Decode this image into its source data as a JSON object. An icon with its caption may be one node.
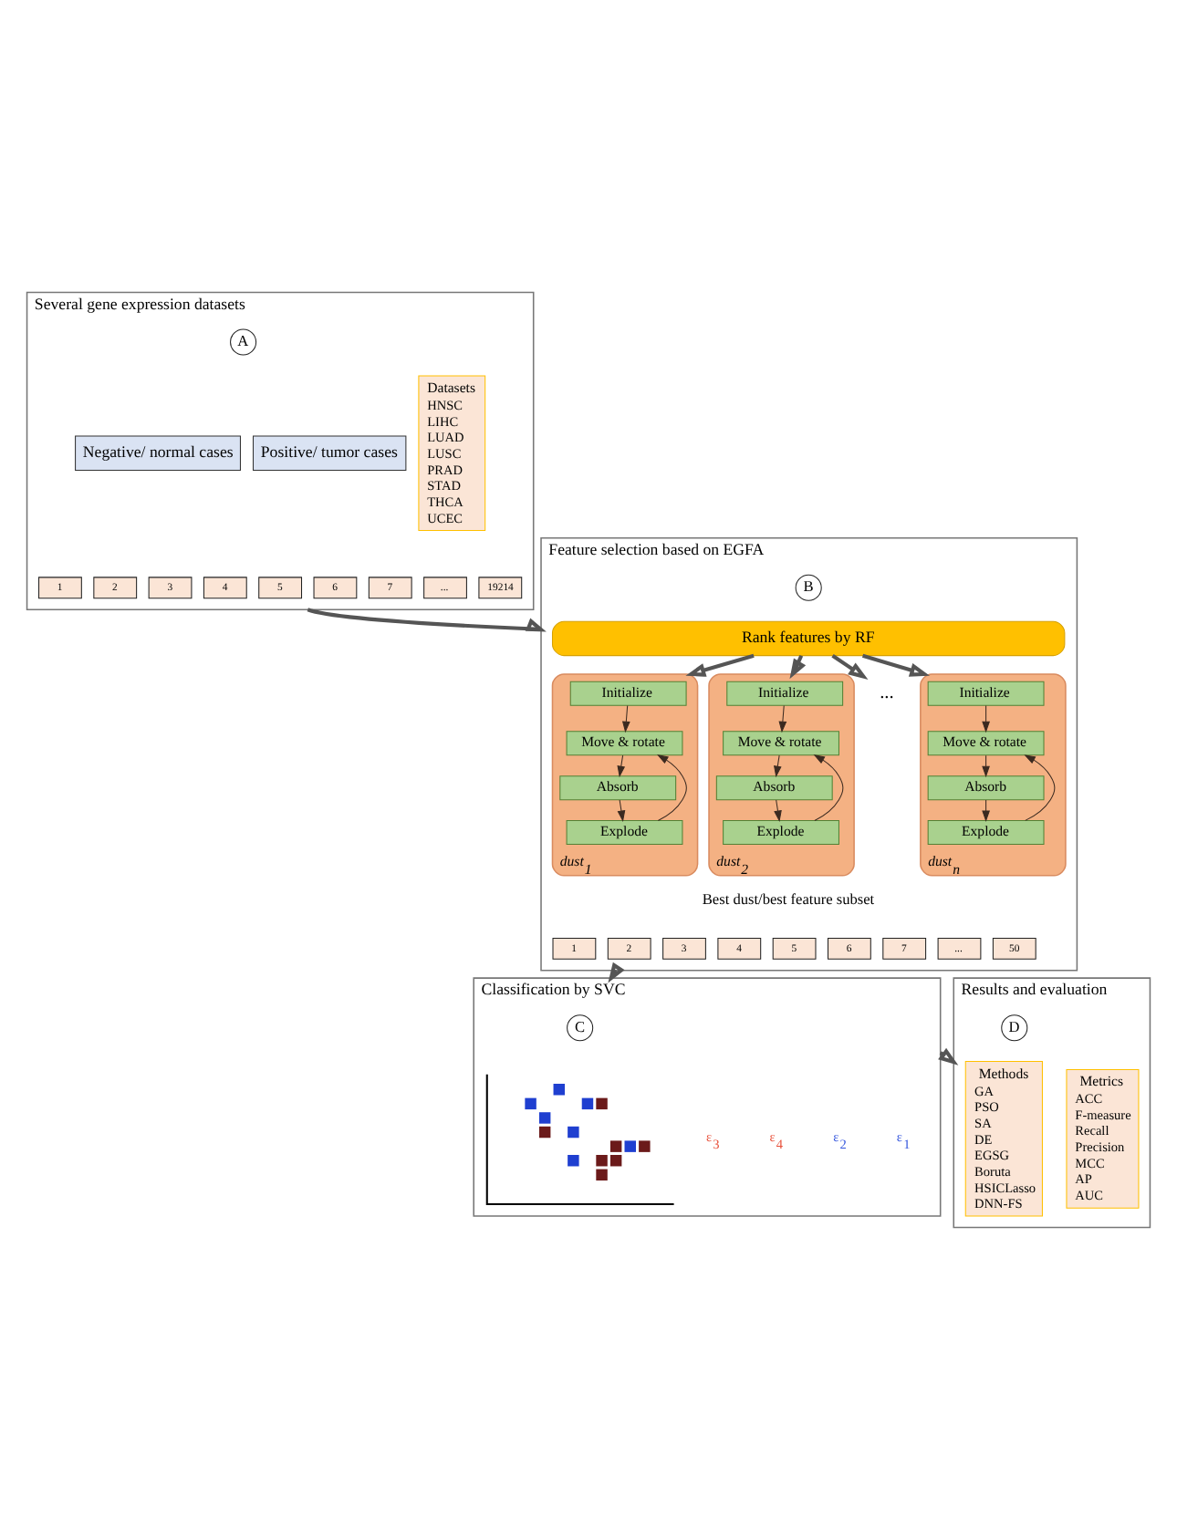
{
  "diagram": {
    "nodes": [
      {
        "text": [
          "Several gene expression datasets"
        ]
      },
      {
        "text": [
          "A"
        ],
        "in": 0
      },
      {
        "text": [
          "Negative/ normal cases"
        ],
        "in": 0
      },
      {
        "text": [
          "Positive/ tumor cases"
        ],
        "in": 0
      },
      {
        "text": [
          "1"
        ],
        "in": 0
      },
      {
        "text": [
          "2"
        ],
        "in": 0
      },
      {
        "text": [
          "3"
        ],
        "in": 0
      },
      {
        "text": [
          "4"
        ],
        "in": 0
      },
      {
        "text": [
          "5"
        ],
        "in": 0
      },
      {
        "text": [
          "6"
        ],
        "in": 0
      },
      {
        "text": [
          "7"
        ],
        "in": 0
      },
      {
        "text": [
          "..."
        ],
        "in": 0
      },
      {
        "text": [
          "19214"
        ],
        "in": 0
      },
      {
        "text": [
          "Datasets",
          "HNSC",
          "LIHC",
          "LUAD",
          "LUSC",
          "PRAD",
          "STAD",
          "THCA",
          "UCEC"
        ],
        "in": 0
      },
      {
        "text": [
          "Feature selection based on EGFA"
        ]
      },
      {
        "text": [
          "B"
        ],
        "in": 14
      },
      {
        "text": [
          "Rank features by RF"
        ],
        "in": 14
      },
      {
        "text": [],
        "shape": "box",
        "in": 14,
        "beside": [
          "dust$_{1}$"
        ]
      },
      {
        "text": [
          "Initialize"
        ],
        "in": 17
      },
      {
        "text": [
          "Move & rotate"
        ],
        "in": 17
      },
      {
        "text": [
          "Absorb"
        ],
        "in": 17
      },
      {
        "text": [
          "Explode"
        ],
        "in": 17
      },
      {
        "text": [],
        "shape": "box",
        "in": 14,
        "beside": [
          "dust$_{2}$"
        ]
      },
      {
        "text": [
          "Initialize"
        ],
        "in": 22
      },
      {
        "text": [
          "Move & rotate"
        ],
        "in": 22
      },
      {
        "text": [
          "Absorb"
        ],
        "in": 22
      },
      {
        "text": [
          "Explode"
        ],
        "in": 22
      },
      {
        "text": [
          "..."
        ],
        "in": 14
      },
      {
        "text": [],
        "shape": "box",
        "in": 14,
        "beside": [
          "dust$_{n}$"
        ]
      },
      {
        "text": [
          "Initialize"
        ],
        "in": 28
      },
      {
        "text": [
          "Move & rotate"
        ],
        "in": 28
      },
      {
        "text": [
          "Absorb"
        ],
        "in": 28
      },
      {
        "text": [
          "Explode"
        ],
        "in": 28
      },
      {
        "text": [
          "1"
        ],
        "in": 14
      },
      {
        "text": [
          "2"
        ],
        "in": 14
      },
      {
        "text": [
          "3"
        ],
        "in": 14
      },
      {
        "text": [
          "4"
        ],
        "in": 14
      },
      {
        "text": [
          "5"
        ],
        "in": 14
      },
      {
        "text": [
          "6"
        ],
        "in": 14
      },
      {
        "text": [
          "7"
        ],
        "in": 14
      },
      {
        "text": [
          "..."
        ],
        "in": 14
      },
      {
        "text": [
          "50"
        ],
        "in": 14
      },
      {
        "text": [
          "Classification by SVC"
        ]
      },
      {
        "text": [
          "C"
        ],
        "in": 42
      },
      {
        "text": [],
        "shape": "picture",
        "in": 42
      },
      {
        "text": [
          "Results and evaluation"
        ]
      },
      {
        "text": [
          "D"
        ],
        "in": 45
      },
      {
        "text": [
          "Methods",
          "GA",
          "PSO",
          "SA",
          "DE",
          "EGSG",
          "Boruta",
          "HSICLasso",
          "DNN-FS"
        ],
        "in": 45
      },
      {
        "text": [
          "Metrics",
          "ACC",
          "F-measure",
          "Recall",
          "Precision",
          "MCC",
          "AP",
          "AUC"
        ],
        "in": 45
      }
    ],
    "edges": [
      {
        "from": 0,
        "to": 14,
        "arrow": "to",
        "style": "thick"
      },
      {
        "from": 16,
        "to": 17,
        "arrow": "to",
        "style": "thick"
      },
      {
        "from": 16,
        "to": 22,
        "arrow": "to",
        "style": "thick"
      },
      {
        "from": 16,
        "to": 27,
        "arrow": "to",
        "style": "thick"
      },
      {
        "from": 16,
        "to": 28,
        "arrow": "to",
        "style": "thick"
      },
      {
        "from": 18,
        "to": 19,
        "arrow": "to"
      },
      {
        "from": 19,
        "to": 20,
        "arrow": "to"
      },
      {
        "from": 20,
        "to": 21,
        "arrow": "to"
      },
      {
        "from": 21,
        "to": 19,
        "arrow": "to"
      },
      {
        "from": 23,
        "to": 24,
        "arrow": "to"
      },
      {
        "from": 24,
        "to": 25,
        "arrow": "to"
      },
      {
        "from": 25,
        "to": 26,
        "arrow": "to"
      },
      {
        "from": 26,
        "to": 24,
        "arrow": "to"
      },
      {
        "from": 29,
        "to": 30,
        "arrow": "to"
      },
      {
        "from": 30,
        "to": 31,
        "arrow": "to"
      },
      {
        "from": 31,
        "to": 32,
        "arrow": "to"
      },
      {
        "from": 32,
        "to": 30,
        "arrow": "to"
      },
      {
        "from": 14,
        "to": 42,
        "arrow": "to",
        "style": "thick"
      },
      {
        "from": 42,
        "to": 45,
        "arrow": "to",
        "style": "thick"
      }
    ],
    "labels": [
      "Best dust/best feature subset",
      "ε$_{3}$",
      "ε$_{4}$",
      "ε$_{2}$",
      "ε$_{1}$"
    ]
  }
}
